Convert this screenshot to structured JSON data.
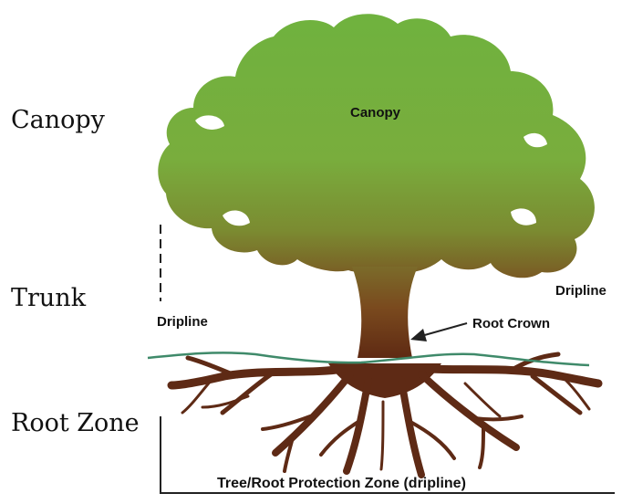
{
  "side_labels": {
    "canopy": "Canopy",
    "trunk": "Trunk",
    "root_zone": "Root Zone"
  },
  "diagram_labels": {
    "canopy": "Canopy",
    "dripline_left": "Dripline",
    "dripline_right": "Dripline",
    "root_crown": "Root Crown",
    "protection_zone": "Tree/Root Protection Zone (dripline)"
  },
  "colors": {
    "canopy_top": "#6fb23e",
    "canopy_bottom": "#7a5a24",
    "trunk": "#6b2f16",
    "roots": "#5e2a15",
    "ground_line": "#3f8a6a",
    "text": "#111111"
  }
}
